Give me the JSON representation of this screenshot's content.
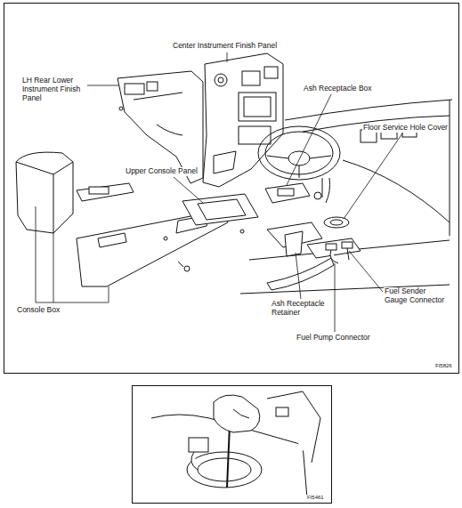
{
  "diagram": {
    "labels": [
      "Center Instrument Finish Panel",
      "LH Rear Lower Instrument Finish Panel",
      "Ash Receptacle Box",
      "Floor Service Hole Cover",
      "Upper Console Panel",
      "Console Box",
      "Ash Receptacle Retainer",
      "Fuel Sender Gauge Connector",
      "Fuel Pump Connector",
      "FI5826",
      "FI5461"
    ]
  }
}
